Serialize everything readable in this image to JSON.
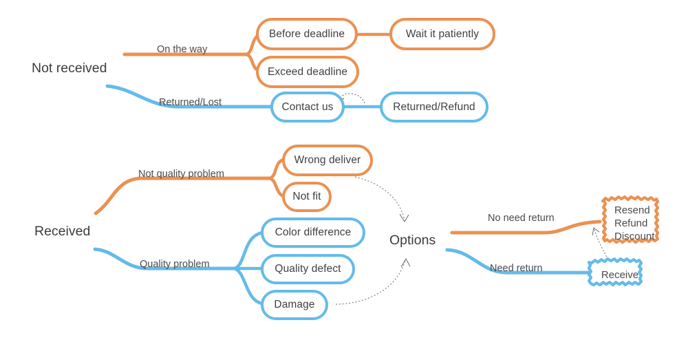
{
  "diagram": {
    "title": "Order issue resolution mind map",
    "colors": {
      "orange": "#eb9152",
      "blue": "#64bbea",
      "text": "#3f3f3f",
      "background": "#ffffff"
    },
    "roots": [
      {
        "id": "not-received",
        "label": "Not received"
      },
      {
        "id": "received",
        "label": "Received"
      }
    ],
    "hub": {
      "id": "options",
      "label": "Options"
    },
    "edge_labels": [
      {
        "id": "on-the-way",
        "label": "On the way",
        "color": "orange"
      },
      {
        "id": "returned-lost",
        "label": "Returned/Lost",
        "color": "blue"
      },
      {
        "id": "not-quality-problem",
        "label": "Not quality problem",
        "color": "orange"
      },
      {
        "id": "quality-problem",
        "label": "Quality problem",
        "color": "blue"
      },
      {
        "id": "no-need-return",
        "label": "No need return",
        "color": "orange"
      },
      {
        "id": "need-return",
        "label": "Need return",
        "color": "blue"
      }
    ],
    "nodes": [
      {
        "id": "before-deadline",
        "label": "Before deadline",
        "color": "orange",
        "style": "pill"
      },
      {
        "id": "wait-it-patiently",
        "label": "Wait it patiently",
        "color": "orange",
        "style": "pill"
      },
      {
        "id": "exceed-deadline",
        "label": "Exceed deadline",
        "color": "orange",
        "style": "pill"
      },
      {
        "id": "contact-us",
        "label": "Contact us",
        "color": "blue",
        "style": "pill"
      },
      {
        "id": "returned-refund",
        "label": "Returned/Refund",
        "color": "blue",
        "style": "pill"
      },
      {
        "id": "wrong-deliver",
        "label": "Wrong deliver",
        "color": "orange",
        "style": "pill"
      },
      {
        "id": "not-fit",
        "label": "Not fit",
        "color": "orange",
        "style": "pill"
      },
      {
        "id": "color-difference",
        "label": "Color difference",
        "color": "blue",
        "style": "pill"
      },
      {
        "id": "quality-defect",
        "label": "Quality defect",
        "color": "blue",
        "style": "pill"
      },
      {
        "id": "damage",
        "label": "Damage",
        "color": "blue",
        "style": "pill"
      },
      {
        "id": "receive",
        "label": "Receive",
        "color": "blue",
        "style": "sketch"
      }
    ],
    "sketch_list_node": {
      "id": "resend-refund-discount",
      "color": "orange",
      "style": "sketch",
      "lines": [
        "Resend",
        "Refund",
        "Discount"
      ]
    }
  }
}
